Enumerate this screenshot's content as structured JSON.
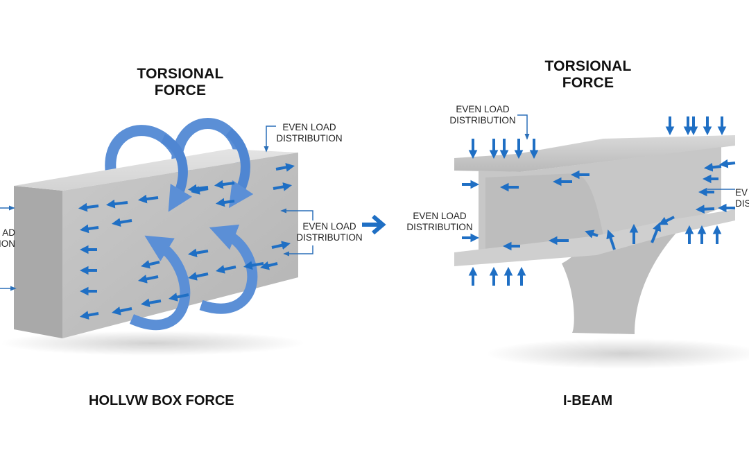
{
  "colors": {
    "arrow_blue": "#1f6fc4",
    "torsion_blue": "#5b8fd6",
    "concrete_light": "#d2d2d2",
    "concrete_mid": "#b9b9b9",
    "concrete_dark": "#a6a6a6",
    "text": "#111111"
  },
  "left_panel": {
    "title_line1": "TORSIONAL",
    "title_line2": "FORCE",
    "top_label_line1": "EVEN LOAD",
    "top_label_line2": "DISTRIBUTION",
    "right_label_line1": "EVEN LOAD",
    "right_label_line2": "DISTRIBUTION",
    "left_label_line1": "AD",
    "left_label_line2": "ION",
    "caption": "HOLLVW BOX FORCE",
    "icons": [
      "torsion-arrow-icon",
      "load-arrow-icon"
    ]
  },
  "transition_arrow": "right-arrow-icon",
  "right_panel": {
    "title_line1": "TORSIONAL",
    "title_line2": "FORCE",
    "top_label_line1": "EVEN LOAD",
    "top_label_line2": "DISTRIBUTION",
    "left_label_line1": "EVEN LOAD",
    "left_label_line2": "DISTRIBUTION",
    "right_label_line1": "EV",
    "right_label_line2": "DIS",
    "caption": "I-BEAM"
  }
}
